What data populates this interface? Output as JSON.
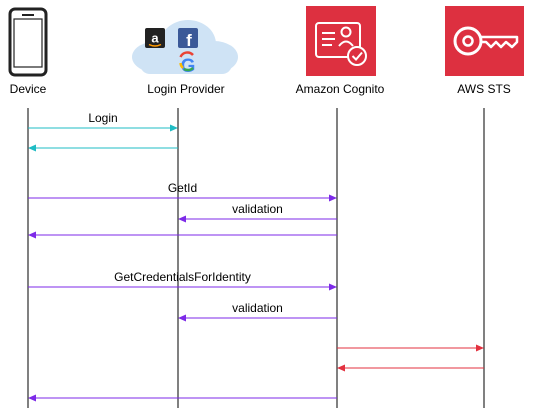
{
  "participants": [
    {
      "id": "device",
      "label": "Device",
      "icon": "smartphone-icon"
    },
    {
      "id": "login-provider",
      "label": "Login Provider",
      "icon": "identity-providers-cloud-icon",
      "badges": [
        "a",
        "f",
        "G"
      ]
    },
    {
      "id": "amazon-cognito",
      "label": "Amazon Cognito",
      "icon": "cognito-icon"
    },
    {
      "id": "aws-sts",
      "label": "AWS STS",
      "icon": "key-icon"
    }
  ],
  "colors": {
    "cognito_red": "#dd3040",
    "sts_red": "#dd3040",
    "cyan": "#1fbcc4",
    "purple": "#7d2ae8",
    "red": "#e3313f",
    "lifeline": "#000000"
  },
  "messages": [
    {
      "from": "device",
      "to": "login-provider",
      "label": "Login",
      "color": "cyan"
    },
    {
      "from": "login-provider",
      "to": "device",
      "label": "",
      "color": "cyan"
    },
    {
      "from": "device",
      "to": "amazon-cognito",
      "label": "GetId",
      "color": "purple"
    },
    {
      "from": "amazon-cognito",
      "to": "login-provider",
      "label": "validation",
      "color": "purple"
    },
    {
      "from": "amazon-cognito",
      "to": "device",
      "label": "",
      "color": "purple"
    },
    {
      "from": "device",
      "to": "amazon-cognito",
      "label": "GetCredentialsForIdentity",
      "color": "purple"
    },
    {
      "from": "amazon-cognito",
      "to": "login-provider",
      "label": "validation",
      "color": "purple"
    },
    {
      "from": "amazon-cognito",
      "to": "aws-sts",
      "label": "",
      "color": "red"
    },
    {
      "from": "aws-sts",
      "to": "amazon-cognito",
      "label": "",
      "color": "red"
    },
    {
      "from": "amazon-cognito",
      "to": "device",
      "label": "",
      "color": "purple"
    }
  ]
}
